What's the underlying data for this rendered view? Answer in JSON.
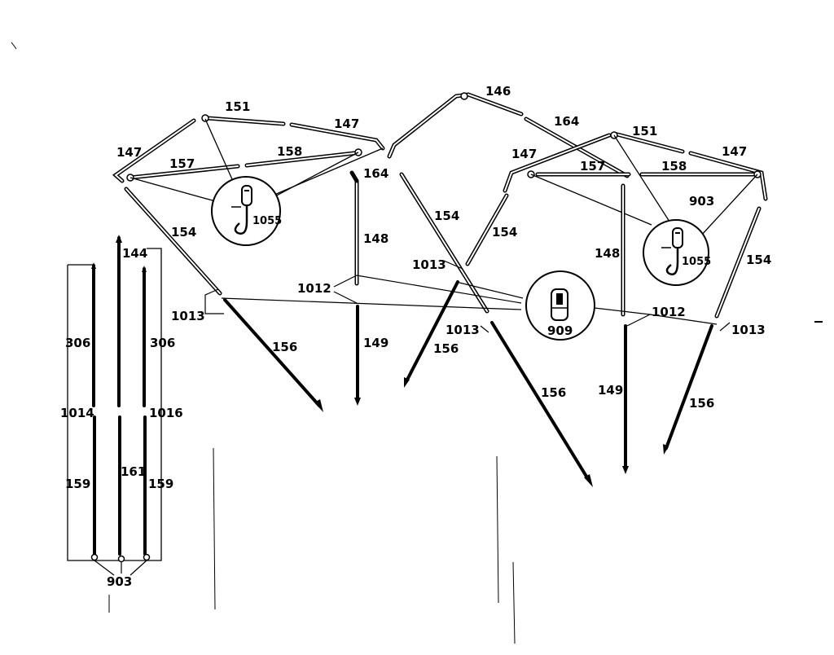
{
  "labels": {
    "l151a": "151",
    "l147a": "147",
    "l147b": "147",
    "l157a": "157",
    "l158a": "158",
    "l164a": "164",
    "l154a": "154",
    "l1055a": "1055",
    "l1013a": "1013",
    "l1012a": "1012",
    "l156a": "156",
    "l148a": "148",
    "l149a": "149",
    "l146": "146",
    "l164b": "164",
    "l154b": "154",
    "l154c": "154",
    "l1013b": "1013",
    "l1013c": "1013",
    "l156b": "156",
    "l909": "909",
    "l156c": "156",
    "l149b": "149",
    "l148b": "148",
    "l151b": "151",
    "l147c": "147",
    "l147d": "147",
    "l157b": "157",
    "l158b": "158",
    "l903a": "903",
    "l1055b": "1055",
    "l154d": "154",
    "l1012b": "1012",
    "l1013d": "1013",
    "l156d": "156",
    "l144": "144",
    "l306a": "306",
    "l306b": "306",
    "l1014": "1014",
    "l1016": "1016",
    "l159a": "159",
    "l161": "161",
    "l159b": "159",
    "l903b": "903"
  }
}
